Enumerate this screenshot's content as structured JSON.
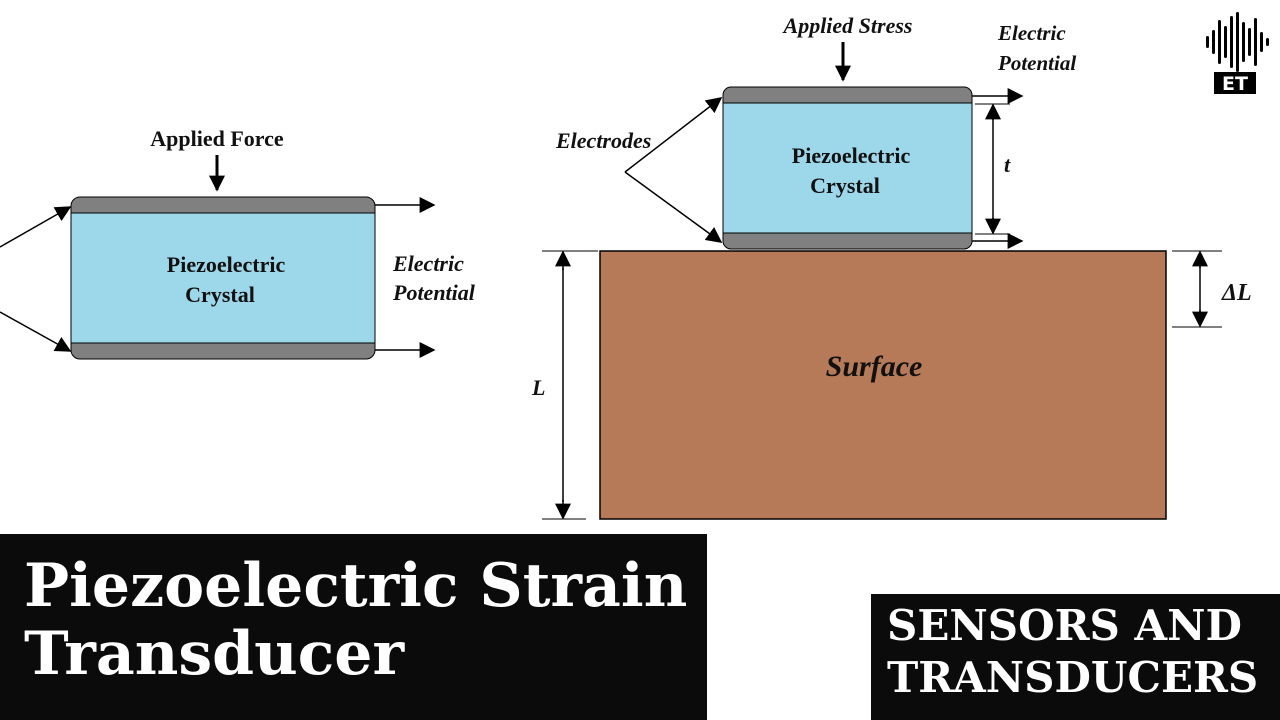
{
  "left_diagram": {
    "applied_force": "Applied Force",
    "crystal_line1": "Piezoelectric",
    "crystal_line2": "Crystal",
    "potential_line1": "Electric",
    "potential_line2": "Potential"
  },
  "right_diagram": {
    "applied_stress": "Applied Stress",
    "potential_line1": "Electric",
    "potential_line2": "Potential",
    "electrodes": "Electrodes",
    "crystal_line1": "Piezoelectric",
    "crystal_line2": "Crystal",
    "thickness_label": "t",
    "surface": "Surface",
    "length_label": "L",
    "delta_label": "ΔL"
  },
  "banner": {
    "title_line1": "Piezoelectric Strain",
    "title_line2": "Transducer",
    "category_line1": "SENSORS AND",
    "category_line2": "TRANSDUCERS"
  },
  "logo": {
    "text": "ET"
  },
  "colors": {
    "crystal": "#9dd7ea",
    "electrode": "#808080",
    "surface": "#b77a58",
    "banner": "#0b0b0b"
  }
}
